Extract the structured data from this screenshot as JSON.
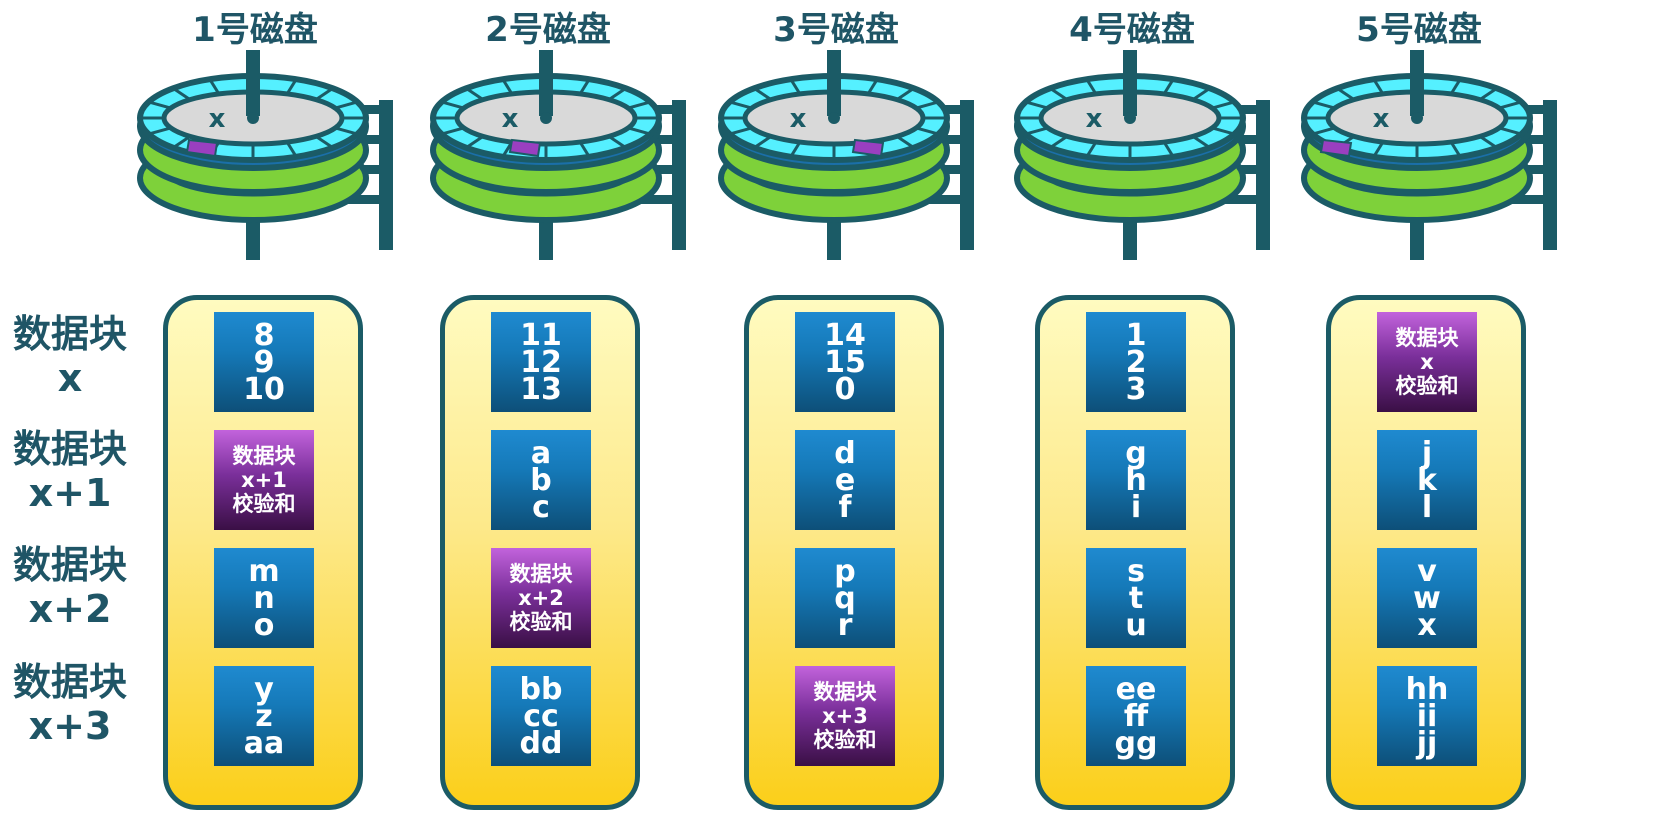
{
  "disks": [
    {
      "title": "1号磁盘",
      "platter_label": "x",
      "marker_index": 1
    },
    {
      "title": "2号磁盘",
      "platter_label": "x",
      "marker_index": 2
    },
    {
      "title": "3号磁盘",
      "platter_label": "x",
      "marker_index": 3
    },
    {
      "title": "4号磁盘",
      "platter_label": "x",
      "marker_index": -1
    },
    {
      "title": "5号磁盘",
      "platter_label": "x",
      "marker_index": 0
    }
  ],
  "row_labels": [
    [
      "数据块",
      "x"
    ],
    [
      "数据块",
      "x+1"
    ],
    [
      "数据块",
      "x+2"
    ],
    [
      "数据块",
      "x+3"
    ]
  ],
  "columns": [
    {
      "blocks": [
        {
          "type": "data",
          "lines": [
            "8",
            "9",
            "10"
          ]
        },
        {
          "type": "parity",
          "lines": [
            "数据块",
            "x+1",
            "校验和"
          ]
        },
        {
          "type": "data",
          "lines": [
            "m",
            "n",
            "o"
          ]
        },
        {
          "type": "data",
          "lines": [
            "y",
            "z",
            "aa"
          ]
        }
      ]
    },
    {
      "blocks": [
        {
          "type": "data",
          "lines": [
            "11",
            "12",
            "13"
          ]
        },
        {
          "type": "data",
          "lines": [
            "a",
            "b",
            "c"
          ]
        },
        {
          "type": "parity",
          "lines": [
            "数据块",
            "x+2",
            "校验和"
          ]
        },
        {
          "type": "data",
          "lines": [
            "bb",
            "cc",
            "dd"
          ]
        }
      ]
    },
    {
      "blocks": [
        {
          "type": "data",
          "lines": [
            "14",
            "15",
            "0"
          ]
        },
        {
          "type": "data",
          "lines": [
            "d",
            "e",
            "f"
          ]
        },
        {
          "type": "data",
          "lines": [
            "p",
            "q",
            "r"
          ]
        },
        {
          "type": "parity",
          "lines": [
            "数据块",
            "x+3",
            "校验和"
          ]
        }
      ]
    },
    {
      "blocks": [
        {
          "type": "data",
          "lines": [
            "1",
            "2",
            "3"
          ]
        },
        {
          "type": "data",
          "lines": [
            "g",
            "h",
            "i"
          ]
        },
        {
          "type": "data",
          "lines": [
            "s",
            "t",
            "u"
          ]
        },
        {
          "type": "data",
          "lines": [
            "ee",
            "ff",
            "gg"
          ]
        }
      ]
    },
    {
      "blocks": [
        {
          "type": "parity",
          "lines": [
            "数据块",
            "x",
            "校验和"
          ]
        },
        {
          "type": "data",
          "lines": [
            "j",
            "k",
            "l"
          ]
        },
        {
          "type": "data",
          "lines": [
            "v",
            "w",
            "x"
          ]
        },
        {
          "type": "data",
          "lines": [
            "hh",
            "ii",
            "jj"
          ]
        }
      ]
    }
  ],
  "colors": {
    "outline": "#1b5b66",
    "title_text": "#1f5566",
    "platter_green": "#7ed13a",
    "track_cyan": "#55f0ff",
    "track_blue": "#1b6fa8",
    "marker_purple": "#9a3fc0",
    "hub_gray": "#d9d9d9"
  }
}
